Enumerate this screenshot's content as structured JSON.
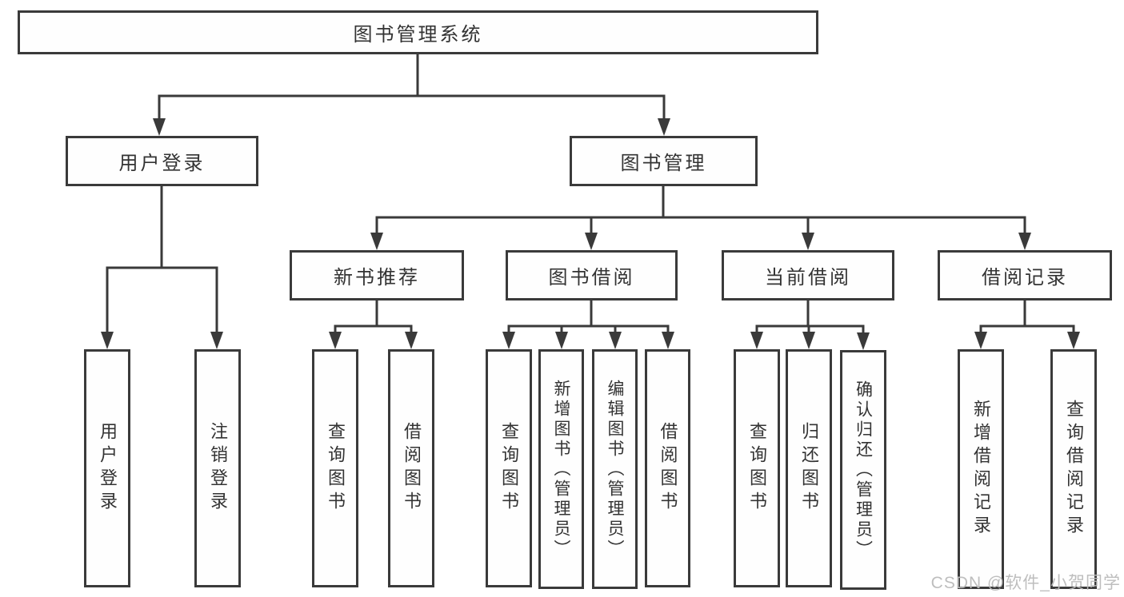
{
  "diagram": {
    "title": "图书管理系统",
    "watermark": "CSDN @软件_小贺同学",
    "nodes": {
      "root": {
        "label": "图书管理系统"
      },
      "user_login": {
        "label": "用户登录"
      },
      "book_mgmt": {
        "label": "图书管理"
      },
      "new_book_rec": {
        "label": "新书推荐"
      },
      "book_borrow": {
        "label": "图书借阅"
      },
      "current_borrow": {
        "label": "当前借阅"
      },
      "borrow_records": {
        "label": "借阅记录"
      },
      "ul_login": {
        "label": "用户登录"
      },
      "ul_logout": {
        "label": "注销登录"
      },
      "nb_query": {
        "label": "查询图书"
      },
      "nb_borrow": {
        "label": "借阅图书"
      },
      "bb_query": {
        "label": "查询图书"
      },
      "bb_add": {
        "label": "新增图书（管理员）"
      },
      "bb_edit": {
        "label": "编辑图书（管理员）"
      },
      "bb_borrow": {
        "label": "借阅图书"
      },
      "cb_query": {
        "label": "查询图书"
      },
      "cb_return": {
        "label": "归还图书"
      },
      "cb_confirm": {
        "label": "确认归还（管理员）"
      },
      "br_add": {
        "label": "新增借阅记录"
      },
      "br_query": {
        "label": "查询借阅记录"
      }
    },
    "hierarchy": {
      "root": [
        "user_login",
        "book_mgmt"
      ],
      "user_login": [
        "ul_login",
        "ul_logout"
      ],
      "book_mgmt": [
        "new_book_rec",
        "book_borrow",
        "current_borrow",
        "borrow_records"
      ],
      "new_book_rec": [
        "nb_query",
        "nb_borrow"
      ],
      "book_borrow": [
        "bb_query",
        "bb_add",
        "bb_edit",
        "bb_borrow"
      ],
      "current_borrow": [
        "cb_query",
        "cb_return",
        "cb_confirm"
      ],
      "borrow_records": [
        "br_add",
        "br_query"
      ]
    },
    "colors": {
      "line": "#3a3a3a",
      "text": "#333333",
      "background": "#ffffff",
      "watermark": "#bbbbbb"
    }
  }
}
